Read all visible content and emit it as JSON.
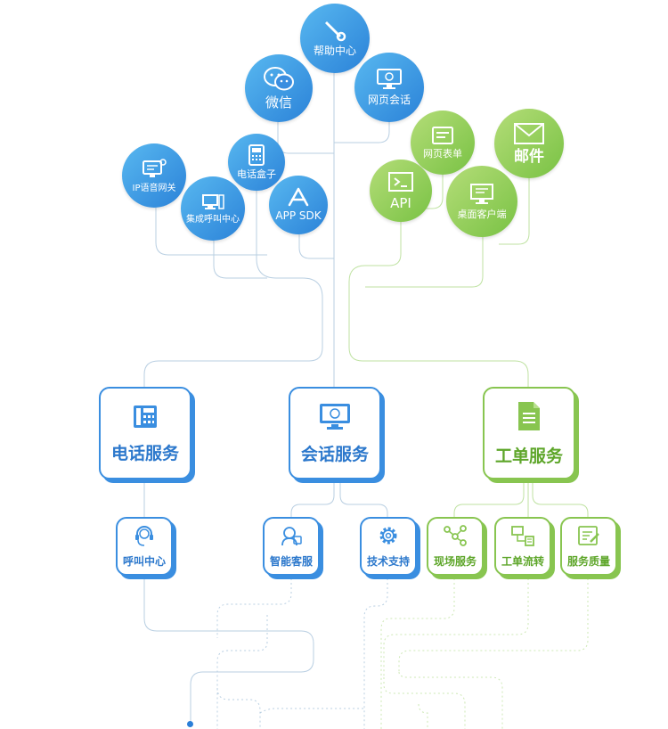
{
  "bubbles": {
    "help_center": "帮助中心",
    "wechat": "微信",
    "web_chat": "网页会话",
    "ip_gateway": "IP语音网关",
    "phone_box": "电话盒子",
    "callcenter_integration": "集成呼叫中心",
    "app_sdk": "APP SDK",
    "web_form": "网页表单",
    "email": "邮件",
    "api": "API",
    "desktop_client": "桌面客户端"
  },
  "services": {
    "phone": "电话服务",
    "chat": "会话服务",
    "ticket": "工单服务"
  },
  "subservices": {
    "call_center": "呼叫中心",
    "smart_service": "智能客服",
    "tech_support": "技术支持",
    "field_service": "现场服务",
    "ticket_flow": "工单流转",
    "service_quality": "服务质量"
  },
  "colors": {
    "blue": "#2b82d8",
    "green": "#79c244"
  }
}
